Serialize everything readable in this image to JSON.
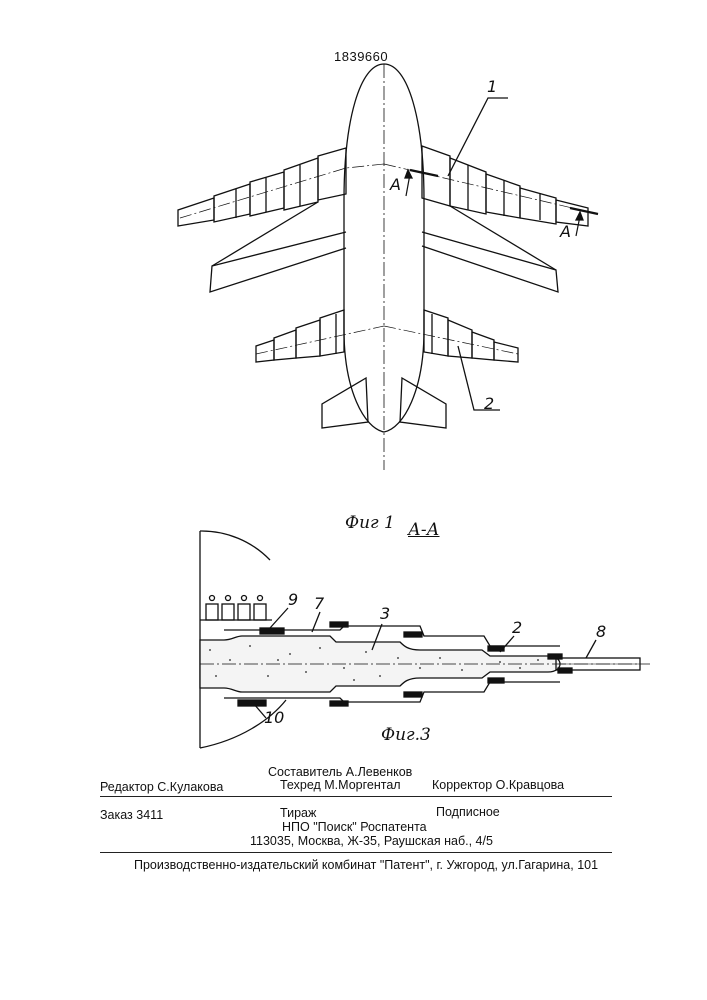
{
  "patent_number": "1839660",
  "figure1": {
    "caption": "Фиг 1",
    "callouts": [
      "1",
      "2"
    ],
    "section_marks": [
      "А",
      "А"
    ]
  },
  "section_title": "А-А",
  "figure3": {
    "caption": "Фиг.3",
    "callouts": [
      "9",
      "7",
      "3",
      "2",
      "8",
      "10"
    ]
  },
  "imprint": {
    "editor": "Редактор С.Кулакова",
    "compiler": "Составитель А.Левенков",
    "techred": "Техред М.Моргентал",
    "corrector": "Корректор О.Кравцова",
    "order": "Заказ 3411",
    "circulation": "Тираж",
    "subscription": "Подписное",
    "org": "НПО \"Поиск\" Роспатента",
    "address": "113035, Москва, Ж-35, Раушская наб., 4/5",
    "printer": "Производственно-издательский комбинат \"Патент\", г. Ужгород, ул.Гагарина, 101"
  }
}
